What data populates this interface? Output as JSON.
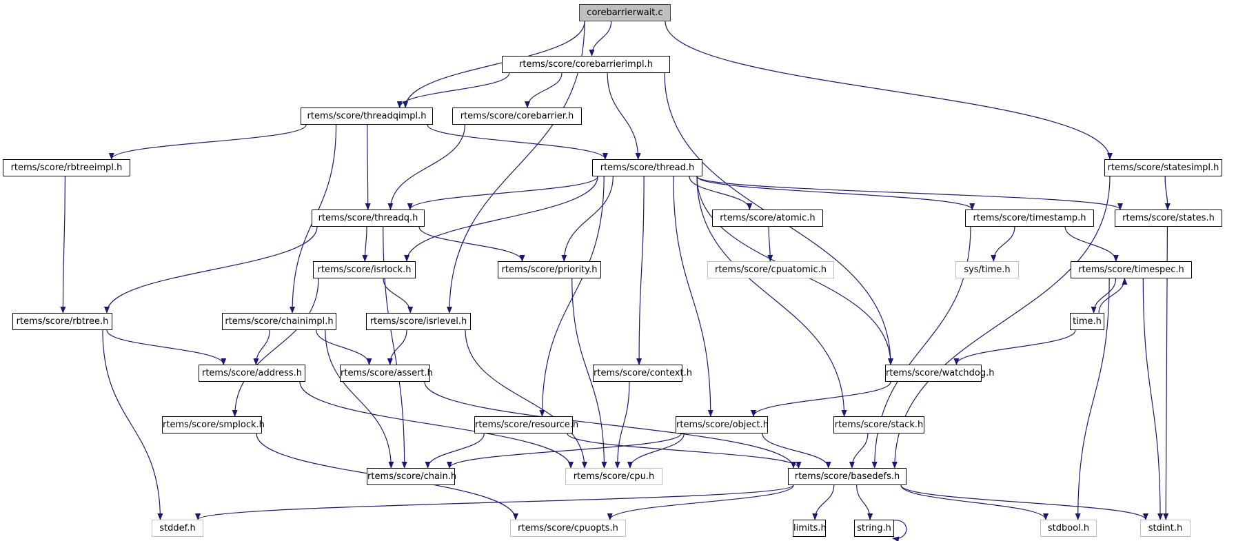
{
  "graph": {
    "title": "corebarrierwait.c",
    "edge_color": "#191970",
    "nodes": [
      {
        "id": "corebarrierwait",
        "label": "corebarrierwait.c",
        "kind": "root"
      },
      {
        "id": "corebarrierimpl",
        "label": "rtems/score/corebarrierimpl.h",
        "kind": "internal"
      },
      {
        "id": "threadqimpl",
        "label": "rtems/score/threadqimpl.h",
        "kind": "internal"
      },
      {
        "id": "corebarrier",
        "label": "rtems/score/corebarrier.h",
        "kind": "internal"
      },
      {
        "id": "statesimpl",
        "label": "rtems/score/statesimpl.h",
        "kind": "internal"
      },
      {
        "id": "rbtreeimpl",
        "label": "rtems/score/rbtreeimpl.h",
        "kind": "internal"
      },
      {
        "id": "thread",
        "label": "rtems/score/thread.h",
        "kind": "internal"
      },
      {
        "id": "threadq",
        "label": "rtems/score/threadq.h",
        "kind": "internal"
      },
      {
        "id": "atomic",
        "label": "rtems/score/atomic.h",
        "kind": "internal"
      },
      {
        "id": "timestamp",
        "label": "rtems/score/timestamp.h",
        "kind": "internal"
      },
      {
        "id": "states",
        "label": "rtems/score/states.h",
        "kind": "internal"
      },
      {
        "id": "isrlock",
        "label": "rtems/score/isrlock.h",
        "kind": "internal"
      },
      {
        "id": "priority",
        "label": "rtems/score/priority.h",
        "kind": "internal"
      },
      {
        "id": "cpuatomic",
        "label": "rtems/score/cpuatomic.h",
        "kind": "external"
      },
      {
        "id": "systime",
        "label": "sys/time.h",
        "kind": "external"
      },
      {
        "id": "timespec",
        "label": "rtems/score/timespec.h",
        "kind": "internal"
      },
      {
        "id": "rbtree",
        "label": "rtems/score/rbtree.h",
        "kind": "internal"
      },
      {
        "id": "chainimpl",
        "label": "rtems/score/chainimpl.h",
        "kind": "internal"
      },
      {
        "id": "isrlevel",
        "label": "rtems/score/isrlevel.h",
        "kind": "internal"
      },
      {
        "id": "time",
        "label": "time.h",
        "kind": "internal"
      },
      {
        "id": "address",
        "label": "rtems/score/address.h",
        "kind": "internal"
      },
      {
        "id": "assert",
        "label": "rtems/score/assert.h",
        "kind": "internal"
      },
      {
        "id": "context",
        "label": "rtems/score/context.h",
        "kind": "internal"
      },
      {
        "id": "watchdog",
        "label": "rtems/score/watchdog.h",
        "kind": "internal"
      },
      {
        "id": "smplock",
        "label": "rtems/score/smplock.h",
        "kind": "internal"
      },
      {
        "id": "resource",
        "label": "rtems/score/resource.h",
        "kind": "internal"
      },
      {
        "id": "object",
        "label": "rtems/score/object.h",
        "kind": "internal"
      },
      {
        "id": "stack",
        "label": "rtems/score/stack.h",
        "kind": "internal"
      },
      {
        "id": "chain",
        "label": "rtems/score/chain.h",
        "kind": "internal"
      },
      {
        "id": "cpu",
        "label": "rtems/score/cpu.h",
        "kind": "external"
      },
      {
        "id": "basedefs",
        "label": "rtems/score/basedefs.h",
        "kind": "internal"
      },
      {
        "id": "stddef",
        "label": "stddef.h",
        "kind": "external"
      },
      {
        "id": "cpuopts",
        "label": "rtems/score/cpuopts.h",
        "kind": "external"
      },
      {
        "id": "limits",
        "label": "limits.h",
        "kind": "internal"
      },
      {
        "id": "string",
        "label": "string.h",
        "kind": "internal"
      },
      {
        "id": "stdbool",
        "label": "stdbool.h",
        "kind": "external"
      },
      {
        "id": "stdint",
        "label": "stdint.h",
        "kind": "external"
      }
    ],
    "edges": [
      [
        "corebarrierwait",
        "corebarrierimpl"
      ],
      [
        "corebarrierwait",
        "threadqimpl"
      ],
      [
        "corebarrierwait",
        "isrlevel"
      ],
      [
        "corebarrierwait",
        "statesimpl"
      ],
      [
        "corebarrierimpl",
        "threadqimpl"
      ],
      [
        "corebarrierimpl",
        "corebarrier"
      ],
      [
        "corebarrierimpl",
        "thread"
      ],
      [
        "corebarrierimpl",
        "watchdog"
      ],
      [
        "threadqimpl",
        "rbtreeimpl"
      ],
      [
        "threadqimpl",
        "thread"
      ],
      [
        "threadqimpl",
        "threadq"
      ],
      [
        "threadqimpl",
        "chainimpl"
      ],
      [
        "corebarrier",
        "threadq"
      ],
      [
        "statesimpl",
        "states"
      ],
      [
        "statesimpl",
        "basedefs"
      ],
      [
        "rbtreeimpl",
        "rbtree"
      ],
      [
        "thread",
        "threadq"
      ],
      [
        "thread",
        "atomic"
      ],
      [
        "thread",
        "timestamp"
      ],
      [
        "thread",
        "states"
      ],
      [
        "thread",
        "isrlock"
      ],
      [
        "thread",
        "priority"
      ],
      [
        "thread",
        "resource"
      ],
      [
        "thread",
        "context"
      ],
      [
        "thread",
        "object"
      ],
      [
        "thread",
        "stack"
      ],
      [
        "thread",
        "watchdog"
      ],
      [
        "threadq",
        "rbtree"
      ],
      [
        "threadq",
        "isrlock"
      ],
      [
        "threadq",
        "priority"
      ],
      [
        "threadq",
        "chain"
      ],
      [
        "atomic",
        "cpuatomic"
      ],
      [
        "timestamp",
        "systime"
      ],
      [
        "timestamp",
        "timespec"
      ],
      [
        "timestamp",
        "basedefs"
      ],
      [
        "states",
        "stdint"
      ],
      [
        "isrlock",
        "isrlevel"
      ],
      [
        "isrlock",
        "smplock"
      ],
      [
        "priority",
        "cpu"
      ],
      [
        "timespec",
        "time"
      ],
      [
        "timespec",
        "stdbool"
      ],
      [
        "timespec",
        "stdint"
      ],
      [
        "time",
        "timespec"
      ],
      [
        "time",
        "watchdog"
      ],
      [
        "rbtree",
        "address"
      ],
      [
        "rbtree",
        "stddef"
      ],
      [
        "chainimpl",
        "address"
      ],
      [
        "chainimpl",
        "assert"
      ],
      [
        "chainimpl",
        "chain"
      ],
      [
        "isrlevel",
        "assert"
      ],
      [
        "isrlevel",
        "cpu"
      ],
      [
        "address",
        "cpu"
      ],
      [
        "assert",
        "basedefs"
      ],
      [
        "context",
        "cpu"
      ],
      [
        "watchdog",
        "object"
      ],
      [
        "smplock",
        "cpuopts"
      ],
      [
        "resource",
        "chain"
      ],
      [
        "resource",
        "basedefs"
      ],
      [
        "object",
        "chain"
      ],
      [
        "object",
        "cpu"
      ],
      [
        "object",
        "basedefs"
      ],
      [
        "stack",
        "basedefs"
      ],
      [
        "basedefs",
        "stddef"
      ],
      [
        "basedefs",
        "cpuopts"
      ],
      [
        "basedefs",
        "limits"
      ],
      [
        "basedefs",
        "string"
      ],
      [
        "basedefs",
        "stdbool"
      ],
      [
        "basedefs",
        "stdint"
      ],
      [
        "string",
        "string"
      ]
    ]
  }
}
